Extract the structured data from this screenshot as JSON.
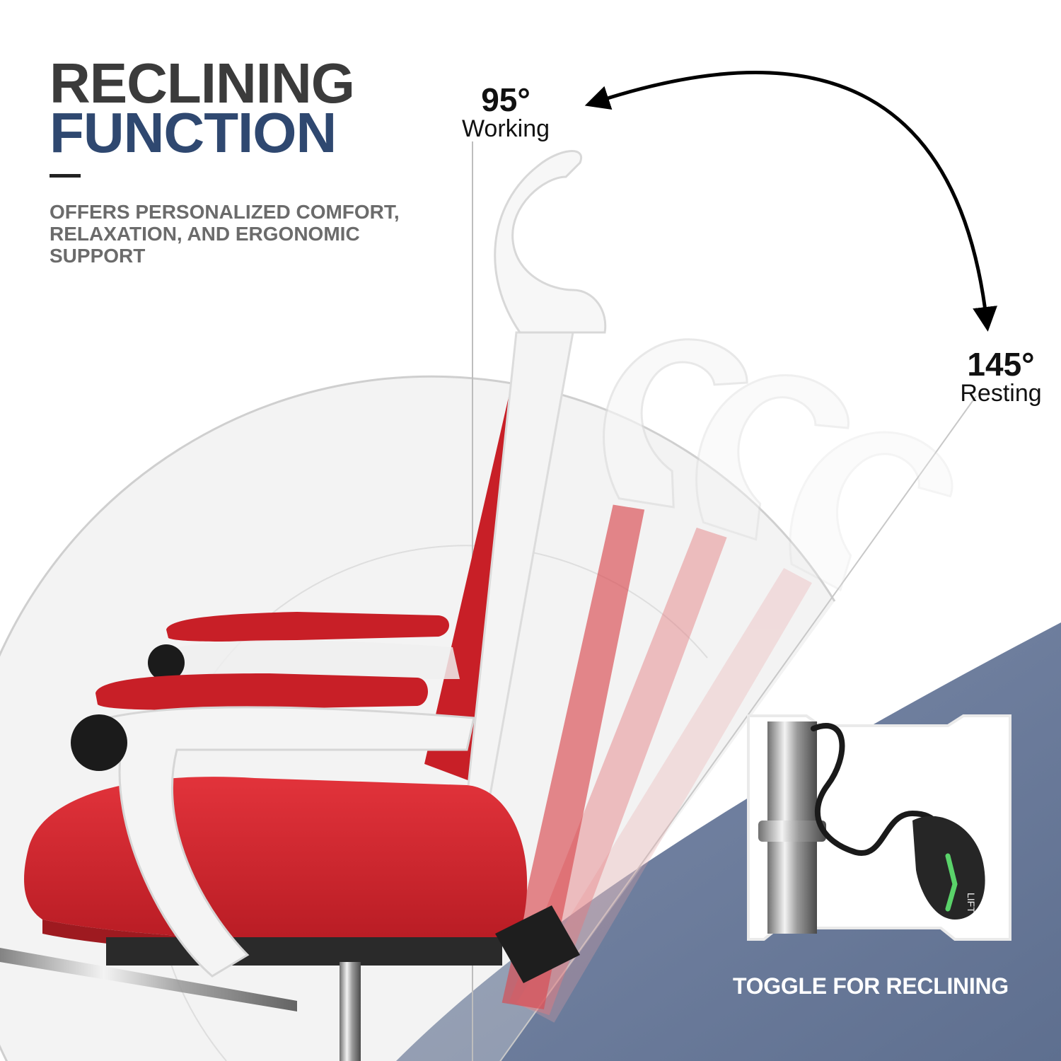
{
  "headline": {
    "line1": "RECLINING",
    "line2": "FUNCTION"
  },
  "subtitle": "OFFERS PERSONALIZED COMFORT, RELAXATION, AND ERGONOMIC SUPPORT",
  "angles": {
    "start": {
      "degrees": "95°",
      "label": "Working"
    },
    "end": {
      "degrees": "145°",
      "label": "Resting"
    }
  },
  "inset": {
    "caption": "TOGGLE FOR RECLINING",
    "lever_mark": "LIFT"
  },
  "colors": {
    "headline_dark": "#3b3b3b",
    "headline_accent": "#2f4870",
    "subtitle": "#6b6b6b",
    "background_band": "#6b7c9b",
    "seat_red": "#d7262e",
    "frame_white": "#f6f6f6"
  }
}
